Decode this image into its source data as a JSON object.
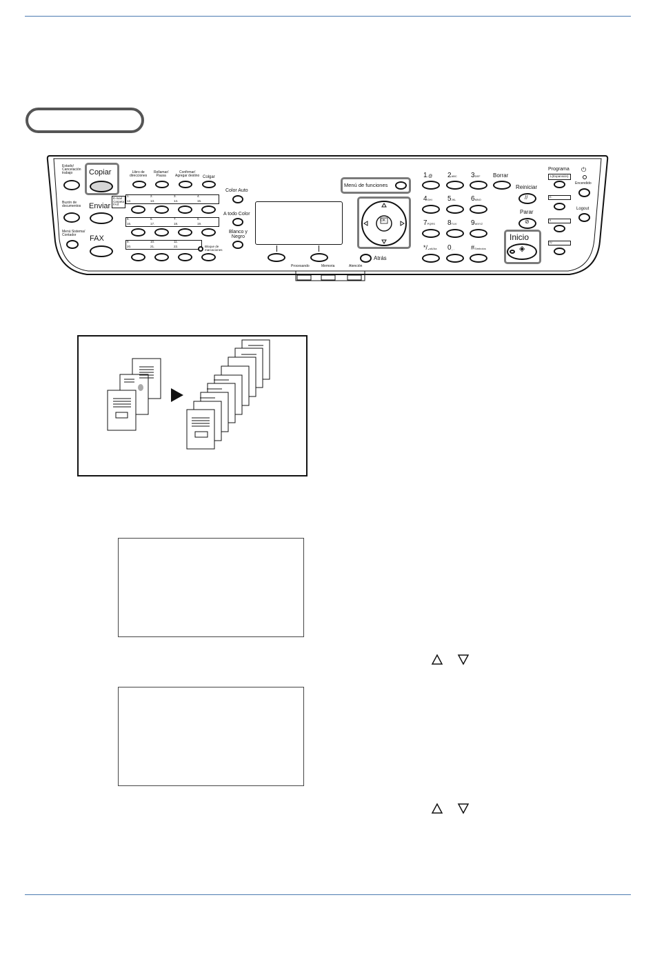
{
  "panel": {
    "left_keys": {
      "status": "Estado/\nCancelación\ntrabajo",
      "copy": "Copiar",
      "doc_box": "Buzón de\ndocumentos",
      "send": "Enviar",
      "system_menu": "Menú Sistema/\nContador",
      "fax": "FAX"
    },
    "one_touch": {
      "address_book": "Libro de\ndirecciones",
      "redial": "Rellamar/\nPausa",
      "confirm": "Confirmar/\nAgregar destino",
      "on_hook": "Colgar",
      "email_folder": "E-mail\nCarpeta\nFAX",
      "row1_top": [
        "1.",
        "2.",
        "3.",
        "4."
      ],
      "row1_bottom": [
        "12.",
        "13.",
        "14.",
        "15."
      ],
      "row2_top": [
        "5.",
        "6.",
        "7.",
        "8."
      ],
      "row2_bottom": [
        "16.",
        "17.",
        "18.",
        "19."
      ],
      "row3_top": [
        "9.",
        "10.",
        "11."
      ],
      "row3_bottom": [
        "20.",
        "21.",
        "22."
      ],
      "one_touch_block": "Bloque de\nmarcaciones"
    },
    "color": {
      "auto": "Color Auto",
      "full": "A todo Color",
      "bw": "Blanco y\nNegro"
    },
    "function_menu": "Menú de funciones",
    "ok": "OK",
    "back": "Atrás",
    "indicators": [
      "Procesando",
      "Memoria",
      "Atención"
    ],
    "keypad": [
      {
        "digit": "1",
        "sub": ".@"
      },
      {
        "digit": "2",
        "sub": "ABC"
      },
      {
        "digit": "3",
        "sub": "DEF"
      },
      {
        "digit": "4",
        "sub": "GHI"
      },
      {
        "digit": "5",
        "sub": "JKL"
      },
      {
        "digit": "6",
        "sub": "MNO"
      },
      {
        "digit": "7",
        "sub": "PQRS"
      },
      {
        "digit": "8",
        "sub": "TUV"
      },
      {
        "digit": "9",
        "sub": "WXYZ"
      },
      {
        "digit": "*/.",
        "sub": "aA/Aa"
      },
      {
        "digit": "0",
        "sub": "_ ,"
      },
      {
        "digit": "#",
        "sub": "Símbolos"
      }
    ],
    "clear": "Borrar",
    "reset": "Reiniciar",
    "stop": "Parar",
    "start": "Inicio",
    "program": "Programa",
    "program_sub": "L(Expansión)",
    "power": "Encendido",
    "logout": "Logout",
    "program_keys": [
      "E.",
      "II.",
      "III.",
      "IV."
    ]
  },
  "nav_arrows": {
    "up": "△",
    "down": "▽"
  },
  "colors": {
    "rule": "#4a7ab0",
    "highlight": "#7a7a7a"
  }
}
